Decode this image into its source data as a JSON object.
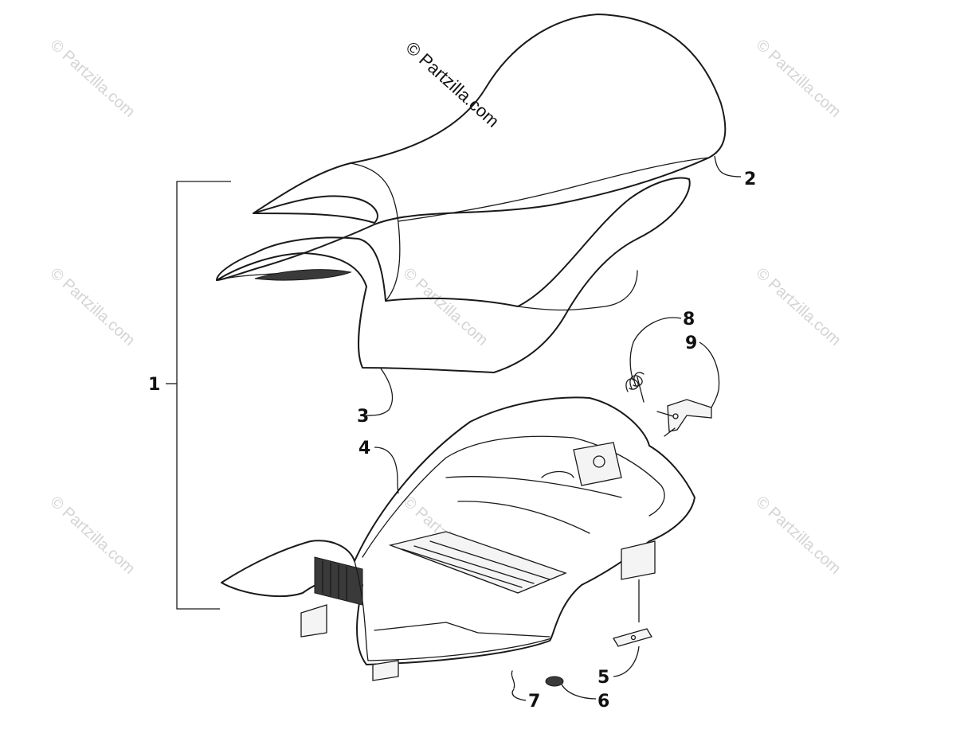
{
  "copyright_text": "© Partzilla.com",
  "watermark_text": "© Partzilla.com",
  "callouts": [
    {
      "id": "1",
      "label": "1"
    },
    {
      "id": "2",
      "label": "2"
    },
    {
      "id": "3",
      "label": "3"
    },
    {
      "id": "4",
      "label": "4"
    },
    {
      "id": "5",
      "label": "5"
    },
    {
      "id": "6",
      "label": "6"
    },
    {
      "id": "7",
      "label": "7"
    },
    {
      "id": "8",
      "label": "8"
    },
    {
      "id": "9",
      "label": "9"
    }
  ],
  "colors": {
    "line": "#1a1a1a",
    "watermark": "#d4d4d4",
    "background": "#ffffff"
  }
}
